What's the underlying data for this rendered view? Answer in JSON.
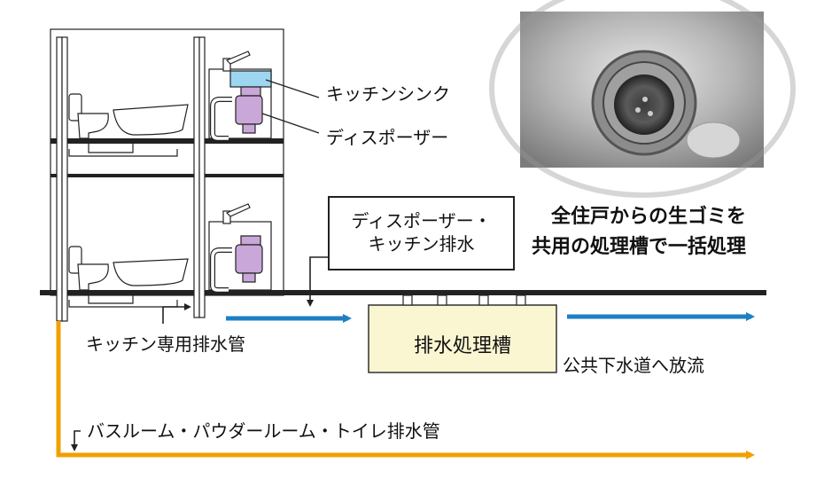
{
  "labels": {
    "kitchen_sink": "キッチンシンク",
    "disposer": "ディスポーザー",
    "box_line1": "ディスポーザー・",
    "box_line2": "キッチン排水",
    "heading_line1": "全住戸からの生ゴミを",
    "heading_line2": "共用の処理槽で一括処理",
    "kitchen_pipe": "キッチン専用排水管",
    "tank": "排水処理槽",
    "sewer": "公共下水道へ放流",
    "bath_pipe": "バスルーム・パウダールーム・トイレ排水管"
  },
  "colors": {
    "kitchen_flow": "#1e7fc4",
    "bath_flow": "#f0a000",
    "tank_fill": "#fbf6d2",
    "disposer": "#c9a7d8",
    "sink_water": "#9dd6f0",
    "outline": "#222222"
  },
  "icons": [
    "toilet-icon",
    "bathtub-icon",
    "faucet-icon",
    "disposer-icon",
    "sink-photo"
  ]
}
